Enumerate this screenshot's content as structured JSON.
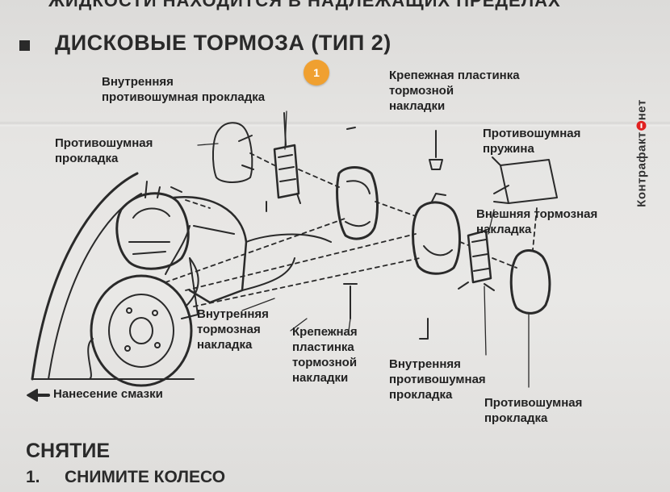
{
  "header": {
    "cut_text": "ЖИДКОСТИ НАХОДИТСЯ В НАДЛЕЖАЩИХ ПРЕДЕЛАХ",
    "title": "ДИСКОВЫЕ ТОРМОЗА (ТИП 2)"
  },
  "marker": {
    "number": "1",
    "color": "#f0a030"
  },
  "labels": {
    "inner_antinoise_shim_top": "Внутренняя\nпротивошумная прокладка",
    "antinoise_shim_left": "Противошумная\nпрокладка",
    "pad_support_plate_top": "Крепежная пластинка\nтормозной\nнакладки",
    "antinoise_spring": "Противошумная\nпружина",
    "outer_brake_pad": "Внешняя тормозная\nнакладка",
    "inner_brake_pad": "Внутренняя\nтормозная\nнакладка",
    "pad_support_plate_bottom": "Крепежная\nпластинка\nтормозной\nнакладки",
    "inner_antinoise_shim_bottom": "Внутренняя\nпротивошумная\nпрокладка",
    "antinoise_shim_bottom": "Противошумная\nпрокладка",
    "grease": "Нанесение смазки"
  },
  "section": {
    "title": "СНЯТИЕ",
    "steps": [
      {
        "number": "1.",
        "text": "СНИМИТЕ КОЛЕСО"
      }
    ]
  },
  "watermark": {
    "text_before": "Контрафакт",
    "text_after": "нет",
    "accent_color": "#e02020"
  }
}
